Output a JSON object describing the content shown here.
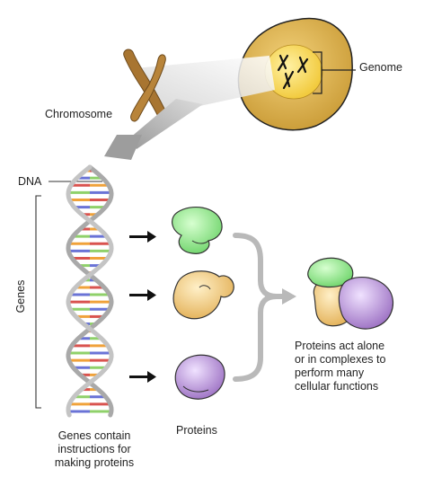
{
  "labels": {
    "genome": "Genome",
    "chromosome": "Chromosome",
    "dna": "DNA",
    "genes": "Genes",
    "genes_caption": [
      "Genes contain",
      "instructions for",
      "making proteins"
    ],
    "proteins": "Proteins",
    "complex_caption": [
      "Proteins act alone",
      "or in complexes to",
      "perform many",
      "cellular functions"
    ]
  },
  "colors": {
    "cell_fill": "#d9b04a",
    "nucleus_fill": "#f7d650",
    "chromosome": "#a6752f",
    "dna_backbone": "#b5b5b5",
    "base_red": "#d9534f",
    "base_green": "#8fd16a",
    "base_orange": "#f0a23a",
    "base_blue": "#6a73d6",
    "protein_green": "#8ee58a",
    "protein_tan": "#f2c676",
    "protein_purple": "#b189d0",
    "brace": "#b8b8b8"
  }
}
